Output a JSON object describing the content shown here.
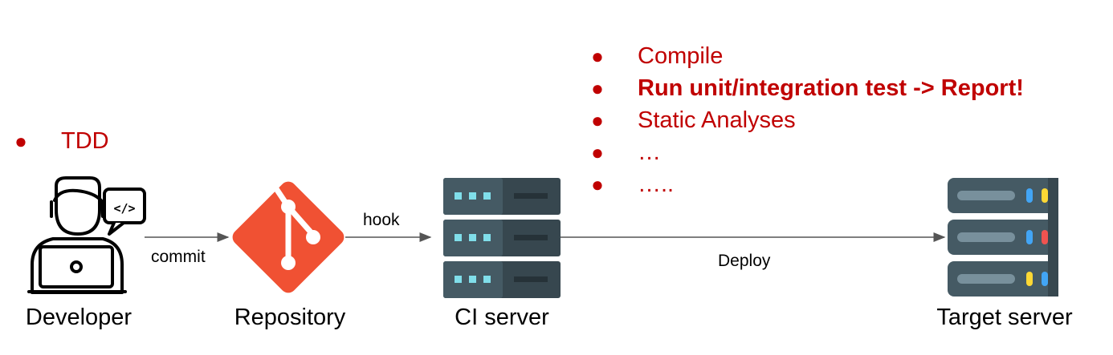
{
  "colors": {
    "accent": "#c00000",
    "git": "#f05133",
    "server_dark": "#37474f",
    "server_mid": "#455a64",
    "server_light": "#607d8b",
    "led_cyan": "#80deea",
    "led_blue": "#42a5f5",
    "led_yellow": "#fdd835",
    "led_red": "#ef5350"
  },
  "developer": {
    "bullet": "TDD",
    "label": "Developer",
    "icon": "developer-icon"
  },
  "repository": {
    "label": "Repository",
    "icon": "git-logo-icon"
  },
  "ci_server": {
    "label": "CI server",
    "icon": "server-rack-icon",
    "tasks": [
      {
        "text": "Compile",
        "bold": false
      },
      {
        "text": "Run unit/integration test -> Report!",
        "bold": true
      },
      {
        "text": "Static Analyses",
        "bold": false
      },
      {
        "text": "…",
        "bold": false
      },
      {
        "text": "…..",
        "bold": false
      }
    ]
  },
  "target_server": {
    "label": "Target server",
    "icon": "server-rack-icon"
  },
  "edges": {
    "commit": "commit",
    "hook": "hook",
    "deploy": "Deploy"
  }
}
